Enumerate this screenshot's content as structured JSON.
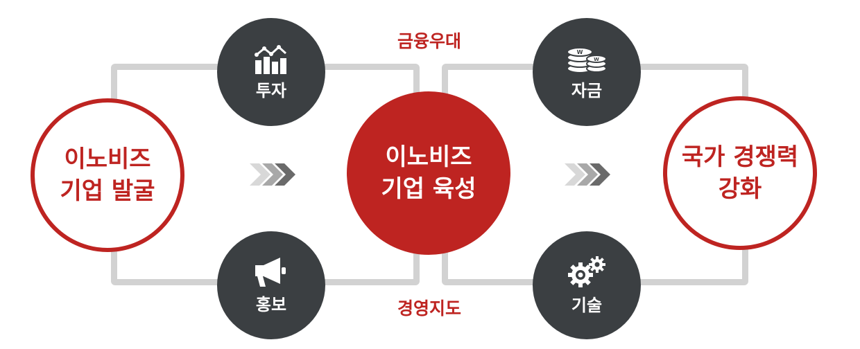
{
  "left_circle": {
    "lines": [
      "이노비즈",
      "기업 발굴"
    ]
  },
  "center_circle": {
    "lines": [
      "이노비즈",
      "기업 육성"
    ]
  },
  "right_circle": {
    "lines": [
      "국가 경쟁력",
      "강화"
    ]
  },
  "nodes": {
    "investment": {
      "label": "투자",
      "icon": "chart-icon"
    },
    "promotion": {
      "label": "홍보",
      "icon": "megaphone-icon"
    },
    "funding": {
      "label": "자금",
      "icon": "coins-icon"
    },
    "technology": {
      "label": "기술",
      "icon": "gears-icon"
    }
  },
  "labels": {
    "top": "금융우대",
    "bottom": "경영지도"
  },
  "colors": {
    "accent": "#be2421",
    "node": "#3b3f42",
    "frame": "#d2d2d2"
  }
}
